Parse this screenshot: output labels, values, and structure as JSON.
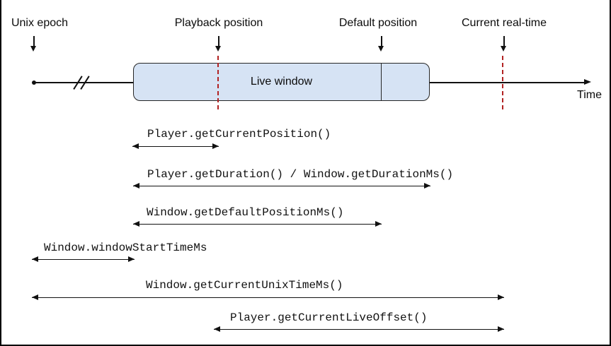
{
  "diagram": {
    "markers": [
      {
        "label": "Unix epoch"
      },
      {
        "label": "Playback position"
      },
      {
        "label": "Default position"
      },
      {
        "label": "Current real-time"
      }
    ],
    "timeline": {
      "window_label": "Live window",
      "axis_label": "Time"
    },
    "measurements": [
      {
        "label": "Player.getCurrentPosition()"
      },
      {
        "label": "Player.getDuration() / Window.getDurationMs()"
      },
      {
        "label": "Window.getDefaultPositionMs()"
      },
      {
        "label": "Window.windowStartTimeMs"
      },
      {
        "label": "Window.getCurrentUnixTimeMs()"
      },
      {
        "label": "Player.getCurrentLiveOffset()"
      }
    ],
    "colors": {
      "background": "#ffffff",
      "window_fill": "#d6e3f4",
      "window_border": "#262626",
      "line": "#111111",
      "marker_dashed_line": "#b22222"
    }
  }
}
